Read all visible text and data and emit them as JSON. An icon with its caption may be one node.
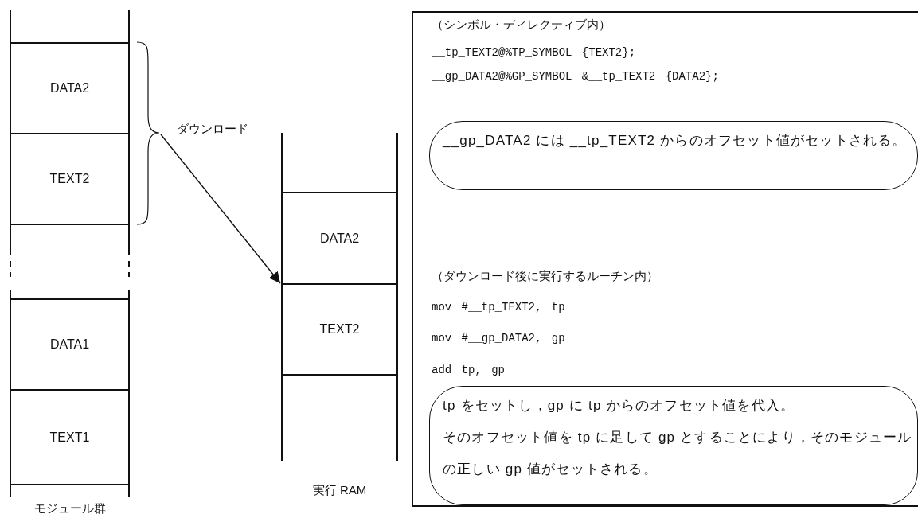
{
  "diagram": {
    "nodes": [
      {
        "text": [
          "モジュール群"
        ]
      },
      {
        "text": [
          "DATA2"
        ],
        "in": 0
      },
      {
        "text": [
          "TEXT2"
        ],
        "in": 0
      },
      {
        "text": [
          "DATA1"
        ],
        "in": 0
      },
      {
        "text": [
          "TEXT1"
        ],
        "in": 0
      },
      {
        "text": [
          "実行 RAM"
        ]
      },
      {
        "text": [
          "DATA2"
        ],
        "in": 5
      },
      {
        "text": [
          "TEXT2"
        ],
        "in": 5
      },
      {
        "text": [
          "（シンボル・ディレクティブ内）",
          "__tp_TEXT2@%TP_SYMBOL {TEXT2};",
          "__gp_DATA2@%GP_SYMBOL &__tp_TEXT2 {DATA2};",
          "（ダウンロード後に実行するルーチン内）",
          "mov #__tp_TEXT2, tp",
          "mov #__gp_DATA2, gp",
          "add tp, gp"
        ]
      },
      {
        "text": [
          "__gp_DATA2 には __tp_TEXT2 からのオフセット値がセットされる。"
        ],
        "in": 8
      },
      {
        "text": [
          "tp をセットし，gp に tp からのオフセット値を代入。",
          "そのオフセット値を tp に足して gp とすることにより，そのモジュールの正しい gp 値がセットされる。"
        ],
        "in": 8
      },
      {
        "text": [],
        "shape": "bracket"
      }
    ],
    "edges": [
      {
        "from": 11,
        "to": 5,
        "arrow": "to",
        "label": "ダウンロード"
      }
    ]
  }
}
